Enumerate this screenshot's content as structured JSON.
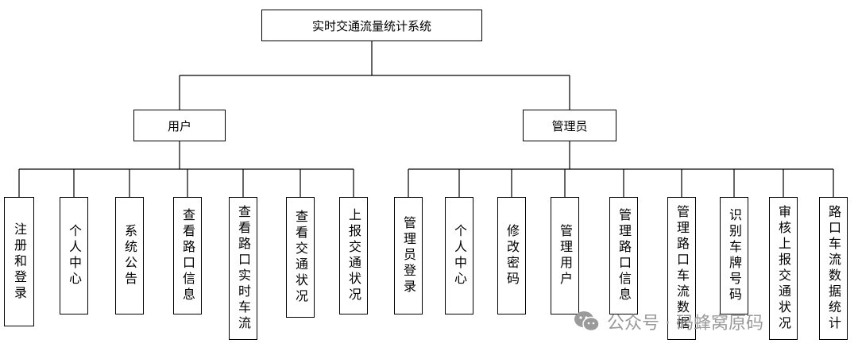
{
  "root": "实时交通流量统计系统",
  "groups": [
    {
      "label": "用户",
      "children": [
        "注册和登录",
        "个人中心",
        "系统公告",
        "查看路口信息",
        "查看路口实时车流",
        "查看交通状况",
        "上报交通状况"
      ]
    },
    {
      "label": "管理员",
      "children": [
        "管理员登录",
        "个人中心",
        "修改密码",
        "管理用户",
        "管理路口信息",
        "管理路口车流数据",
        "识别车牌号码",
        "审核上报交通状况",
        "路口车流数据统计"
      ]
    }
  ],
  "watermark": {
    "icon": "wechat-icon",
    "text": "公众号 · 码蜂窝原码"
  }
}
